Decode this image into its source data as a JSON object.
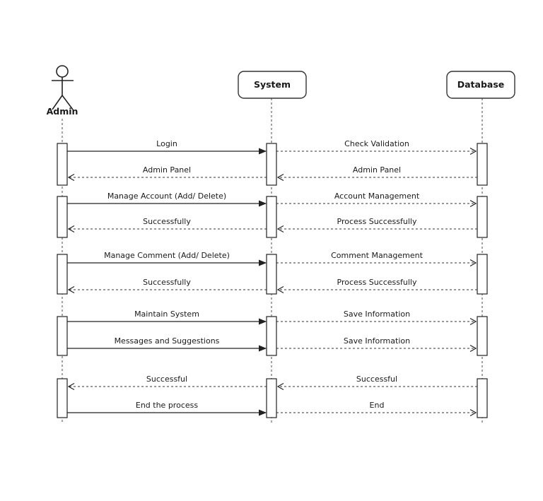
{
  "diagram": {
    "type": "uml-sequence",
    "colors": {
      "background": "#ffffff",
      "line": "#222222",
      "text": "#1a1a1a"
    },
    "participants": [
      {
        "id": "admin",
        "label": "Admin",
        "kind": "actor",
        "icon": "stick-figure-icon"
      },
      {
        "id": "system",
        "label": "System",
        "kind": "object"
      },
      {
        "id": "database",
        "label": "Database",
        "kind": "object"
      }
    ],
    "messages": [
      {
        "label": "Login",
        "from": "Admin",
        "to": "System",
        "line": "solid",
        "arrowhead": "filled"
      },
      {
        "label": "Check Validation",
        "from": "System",
        "to": "Database",
        "line": "dashed",
        "arrowhead": "open"
      },
      {
        "label": "Admin Panel",
        "from": "System",
        "to": "Admin",
        "line": "dashed",
        "arrowhead": "open"
      },
      {
        "label": "Admin Panel",
        "from": "Database",
        "to": "System",
        "line": "dashed",
        "arrowhead": "open"
      },
      {
        "label": "Manage Account (Add/ Delete)",
        "from": "Admin",
        "to": "System",
        "line": "solid",
        "arrowhead": "filled"
      },
      {
        "label": "Account Management",
        "from": "System",
        "to": "Database",
        "line": "dashed",
        "arrowhead": "open"
      },
      {
        "label": "Successfully",
        "from": "System",
        "to": "Admin",
        "line": "dashed",
        "arrowhead": "open"
      },
      {
        "label": "Process Successfully",
        "from": "Database",
        "to": "System",
        "line": "dashed",
        "arrowhead": "open"
      },
      {
        "label": "Manage Comment (Add/ Delete)",
        "from": "Admin",
        "to": "System",
        "line": "solid",
        "arrowhead": "filled"
      },
      {
        "label": "Comment Management",
        "from": "System",
        "to": "Database",
        "line": "dashed",
        "arrowhead": "open"
      },
      {
        "label": "Successfully",
        "from": "System",
        "to": "Admin",
        "line": "dashed",
        "arrowhead": "open"
      },
      {
        "label": "Process Successfully",
        "from": "Database",
        "to": "System",
        "line": "dashed",
        "arrowhead": "open"
      },
      {
        "label": "Maintain System",
        "from": "Admin",
        "to": "System",
        "line": "solid",
        "arrowhead": "filled"
      },
      {
        "label": "Save Information",
        "from": "System",
        "to": "Database",
        "line": "dashed",
        "arrowhead": "open"
      },
      {
        "label": "Messages and Suggestions",
        "from": "Admin",
        "to": "System",
        "line": "solid",
        "arrowhead": "filled"
      },
      {
        "label": "Save Information",
        "from": "System",
        "to": "Database",
        "line": "dashed",
        "arrowhead": "open"
      },
      {
        "label": "Successful",
        "from": "System",
        "to": "Admin",
        "line": "dashed",
        "arrowhead": "open"
      },
      {
        "label": "Successful",
        "from": "Database",
        "to": "System",
        "line": "dashed",
        "arrowhead": "open"
      },
      {
        "label": "End the process",
        "from": "Admin",
        "to": "System",
        "line": "solid",
        "arrowhead": "filled"
      },
      {
        "label": "End",
        "from": "System",
        "to": "Database",
        "line": "dashed",
        "arrowhead": "open"
      }
    ]
  }
}
